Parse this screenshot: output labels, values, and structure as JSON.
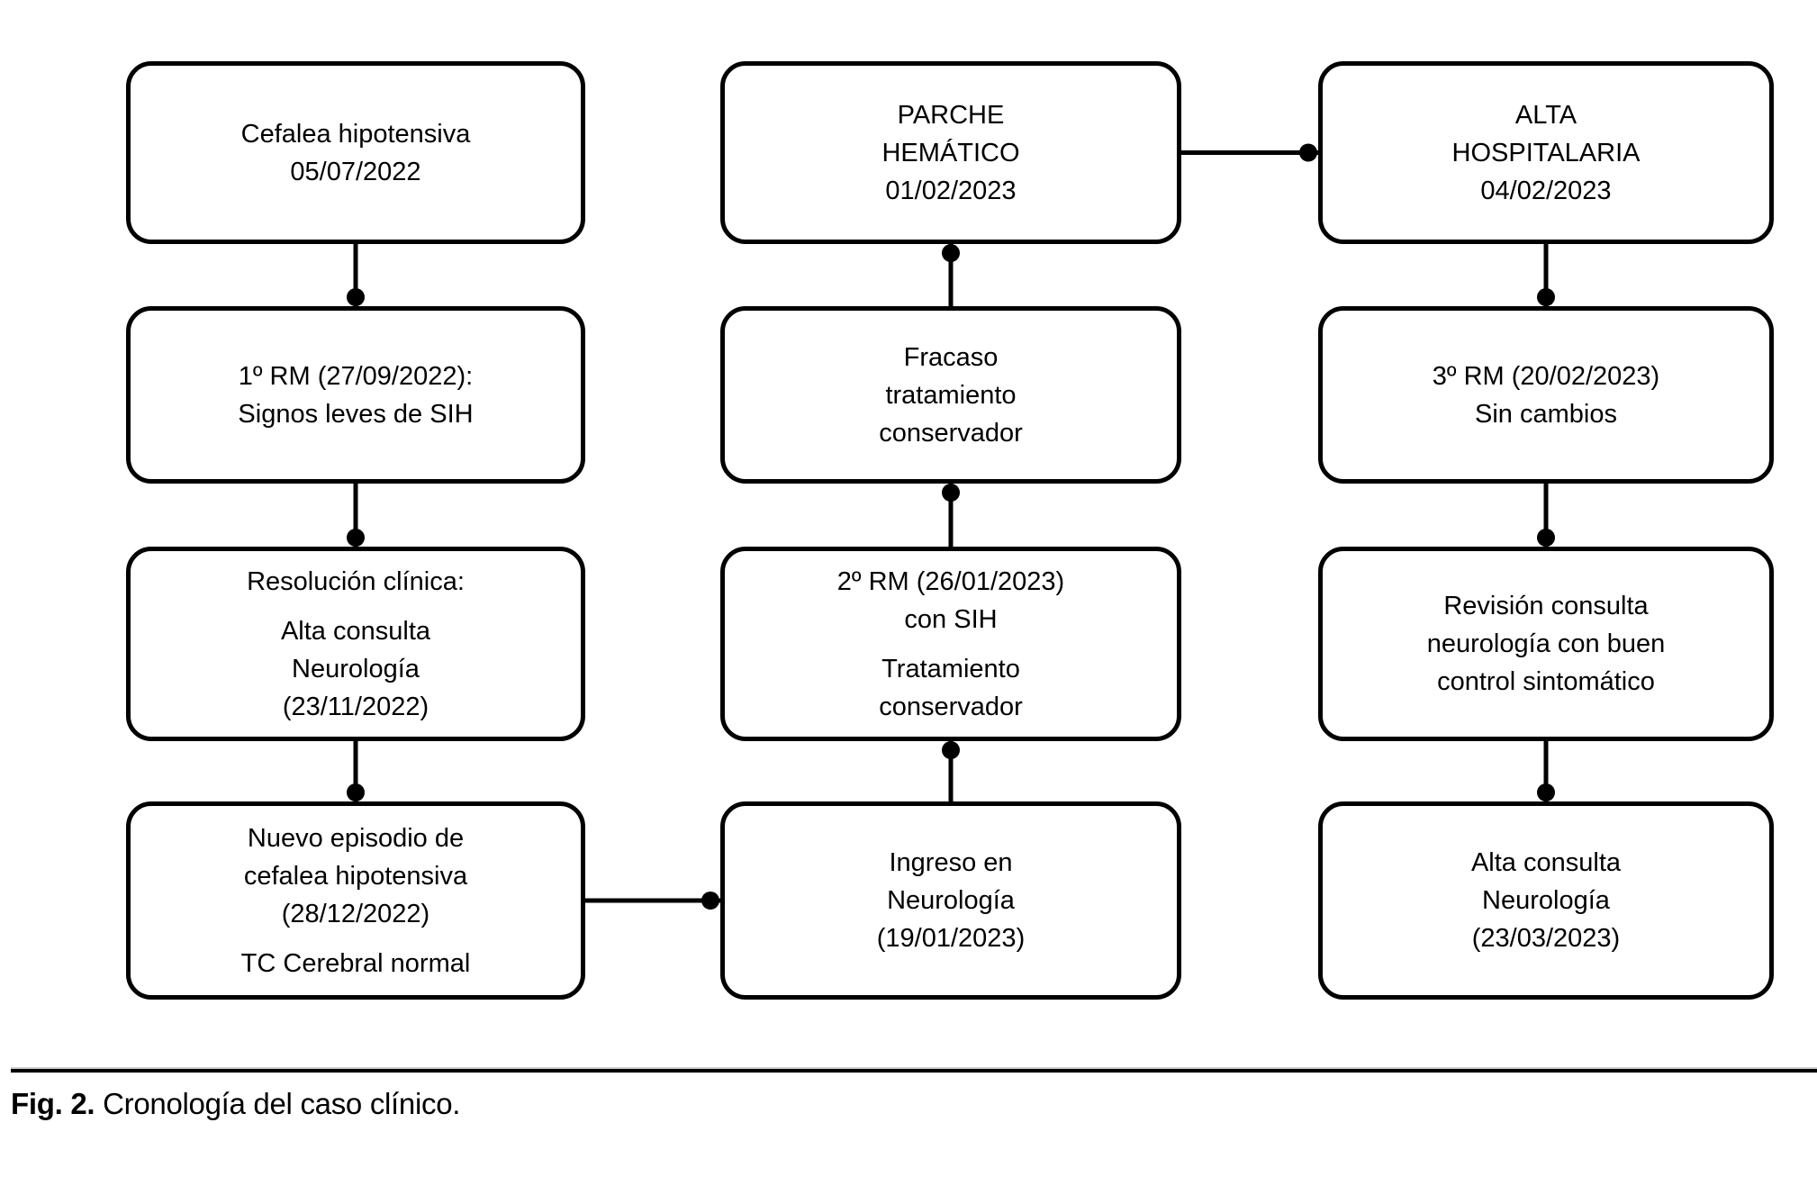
{
  "figure": {
    "caption_label": "Fig. 2.",
    "caption_text": "Cronología del caso clínico."
  },
  "colors": {
    "box_border": "#000000",
    "box_fill": "#ffffff",
    "connector": "#000000",
    "dot": "#000000",
    "text": "#000000",
    "caption_rule": "#000000"
  },
  "flowchart": {
    "nodes": [
      {
        "id": "cefalea",
        "col": 1,
        "row": 1,
        "paragraphs": [
          [
            "Cefalea hipotensiva",
            "05/07/2022"
          ]
        ]
      },
      {
        "id": "rm1",
        "col": 1,
        "row": 2,
        "paragraphs": [
          [
            "1º RM (27/09/2022):",
            "Signos leves de SIH"
          ]
        ]
      },
      {
        "id": "resolucion",
        "col": 1,
        "row": 3,
        "paragraphs": [
          [
            "Resolución clínica:"
          ],
          [
            "Alta consulta",
            "Neurología",
            "(23/11/2022)"
          ]
        ]
      },
      {
        "id": "nuevo-episodio",
        "col": 1,
        "row": 4,
        "paragraphs": [
          [
            "Nuevo episodio de",
            "cefalea hipotensiva",
            "(28/12/2022)"
          ],
          [
            "TC Cerebral normal"
          ]
        ]
      },
      {
        "id": "ingreso",
        "col": 2,
        "row": 4,
        "paragraphs": [
          [
            "Ingreso en",
            "Neurología",
            "(19/01/2023)"
          ]
        ]
      },
      {
        "id": "rm2",
        "col": 2,
        "row": 3,
        "paragraphs": [
          [
            "2º RM (26/01/2023)",
            "con SIH"
          ],
          [
            "Tratamiento",
            "conservador"
          ]
        ]
      },
      {
        "id": "fracaso",
        "col": 2,
        "row": 2,
        "paragraphs": [
          [
            "Fracaso",
            "tratamiento",
            "conservador"
          ]
        ]
      },
      {
        "id": "parche",
        "col": 2,
        "row": 1,
        "paragraphs": [
          [
            "PARCHE",
            "HEMÁTICO",
            "01/02/2023"
          ]
        ]
      },
      {
        "id": "alta-hospitalaria",
        "col": 3,
        "row": 1,
        "paragraphs": [
          [
            "ALTA",
            "HOSPITALARIA",
            "04/02/2023"
          ]
        ]
      },
      {
        "id": "rm3",
        "col": 3,
        "row": 2,
        "paragraphs": [
          [
            "3º RM (20/02/2023)",
            "Sin cambios"
          ]
        ]
      },
      {
        "id": "revision",
        "col": 3,
        "row": 3,
        "paragraphs": [
          [
            "Revisión consulta",
            "neurología con buen",
            "control sintomático"
          ]
        ]
      },
      {
        "id": "alta-consulta",
        "col": 3,
        "row": 4,
        "paragraphs": [
          [
            "Alta consulta",
            "Neurología",
            "(23/03/2023)"
          ]
        ]
      }
    ],
    "edges": [
      {
        "from": "cefalea",
        "to": "rm1"
      },
      {
        "from": "rm1",
        "to": "resolucion"
      },
      {
        "from": "resolucion",
        "to": "nuevo-episodio"
      },
      {
        "from": "nuevo-episodio",
        "to": "ingreso"
      },
      {
        "from": "ingreso",
        "to": "rm2"
      },
      {
        "from": "rm2",
        "to": "fracaso"
      },
      {
        "from": "fracaso",
        "to": "parche"
      },
      {
        "from": "parche",
        "to": "alta-hospitalaria"
      },
      {
        "from": "alta-hospitalaria",
        "to": "rm3"
      },
      {
        "from": "rm3",
        "to": "revision"
      },
      {
        "from": "revision",
        "to": "alta-consulta"
      }
    ]
  }
}
